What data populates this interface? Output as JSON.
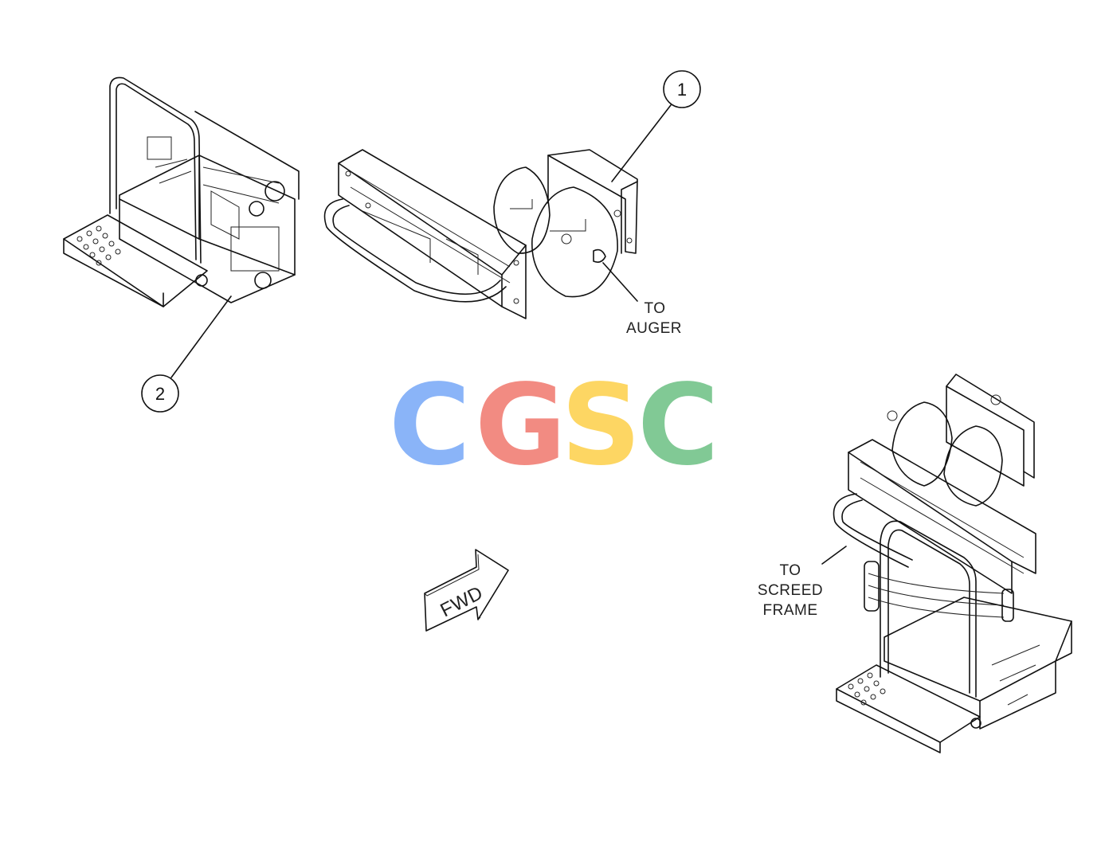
{
  "callouts": [
    {
      "number": "1"
    },
    {
      "number": "2"
    }
  ],
  "labels": {
    "auger": [
      "TO",
      "AUGER"
    ],
    "screed": [
      "TO",
      "SCREED",
      "FRAME"
    ],
    "fwd": "FWD"
  },
  "watermark": {
    "letters": [
      "C",
      "G",
      "S",
      "C"
    ],
    "colors": [
      "#8ab4f8",
      "#f28b82",
      "#fdd663",
      "#81c995"
    ]
  }
}
